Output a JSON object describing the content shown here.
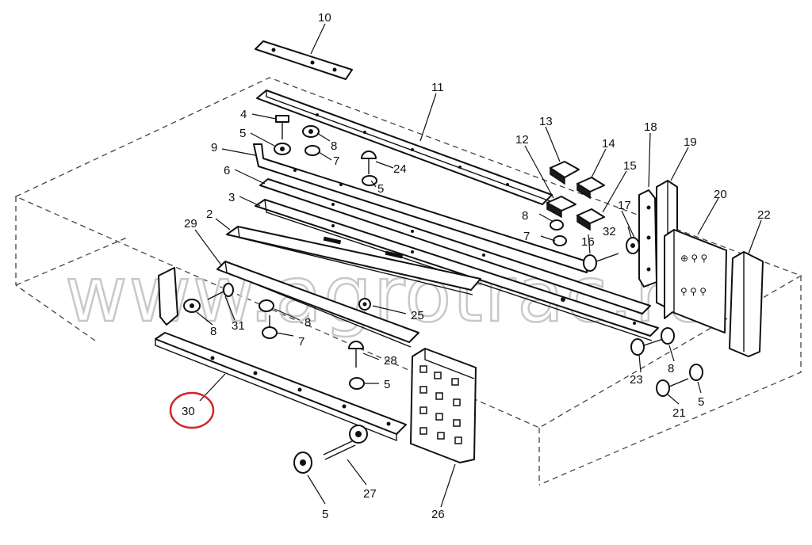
{
  "watermark": "www.agrotrac.ro",
  "highlight_color": "#d0282d",
  "highlighted_part": "30",
  "labels": {
    "p10": "10",
    "p11": "11",
    "p4": "4",
    "p5a": "5",
    "p8a": "8",
    "p7a": "7",
    "p9": "9",
    "p24": "24",
    "p5b": "5",
    "p6": "6",
    "p3": "3",
    "p13": "13",
    "p12": "12",
    "p14": "14",
    "p15": "15",
    "p18": "18",
    "p19": "19",
    "p17": "17",
    "p8b": "8",
    "p7b": "7",
    "p16": "16",
    "p32": "32",
    "p20": "20",
    "p22": "22",
    "p29": "29",
    "p2": "2",
    "p25": "25",
    "p8c": "8",
    "p31": "31",
    "p8d": "8",
    "p7c": "7",
    "p28": "28",
    "p5c": "5",
    "p23": "23",
    "p8e": "8",
    "p21": "21",
    "p5d": "5",
    "p30": "30",
    "p27": "27",
    "p5e": "5",
    "p26": "26"
  }
}
